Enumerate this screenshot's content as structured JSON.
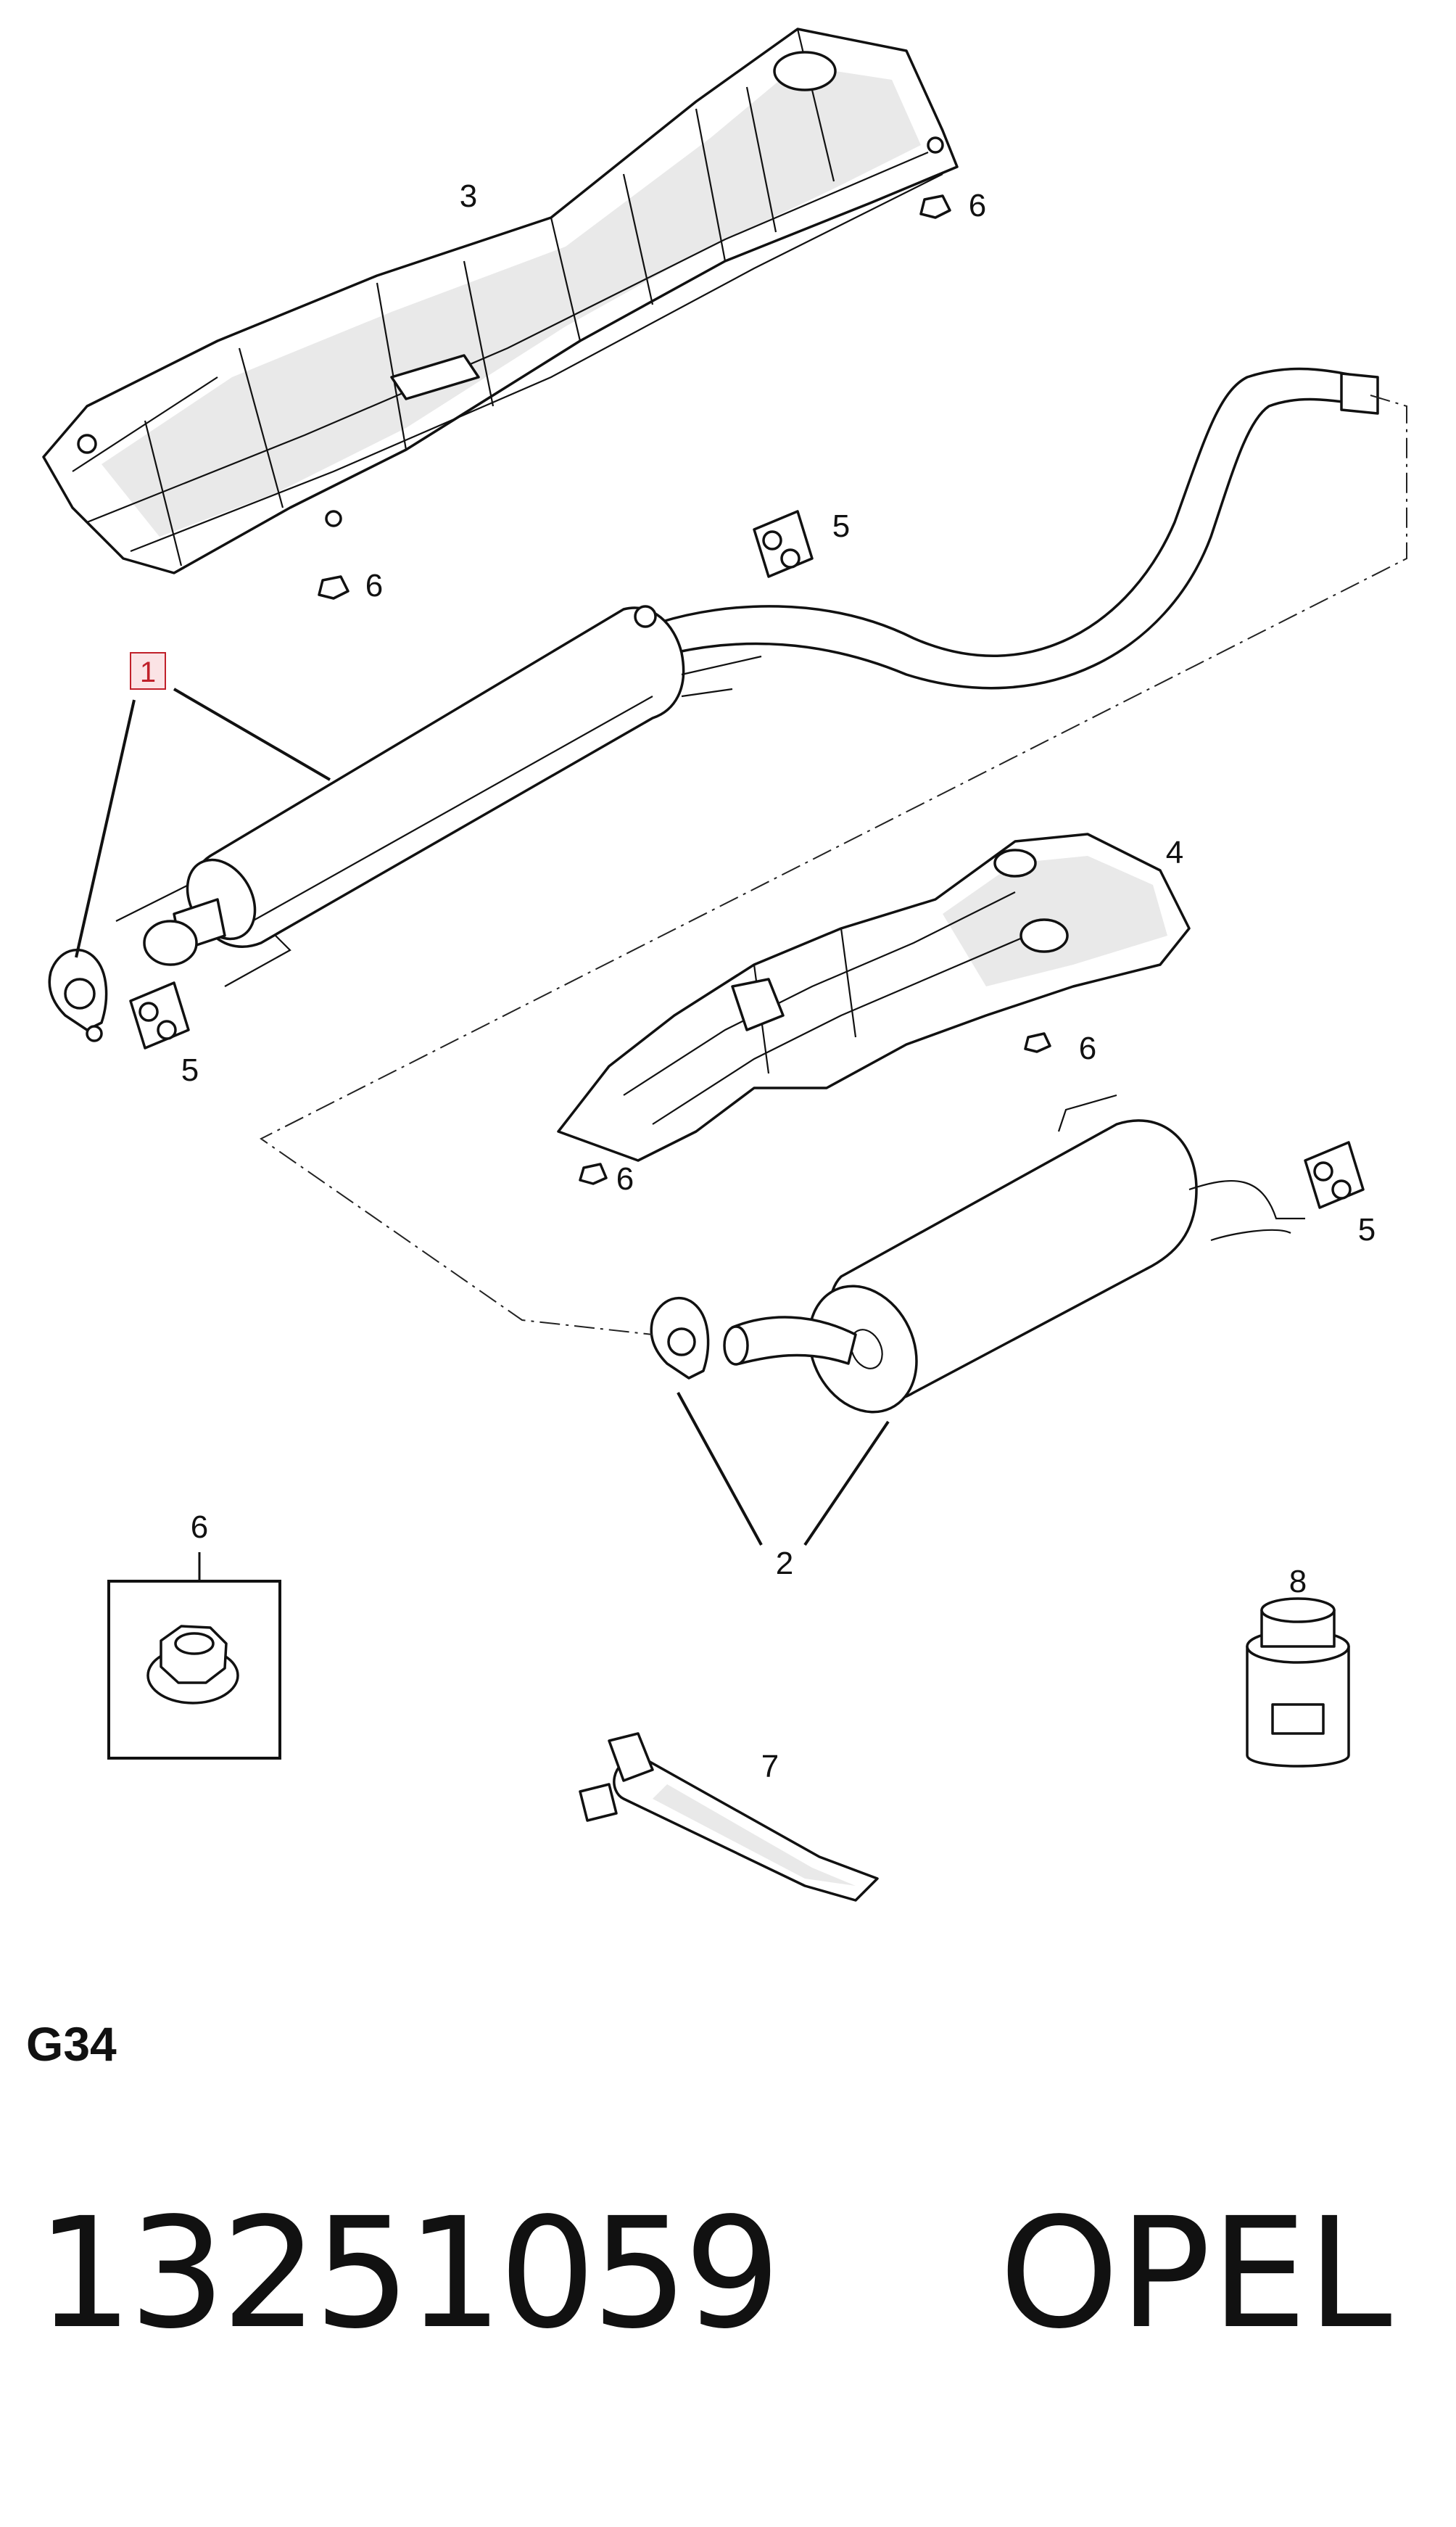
{
  "callouts": {
    "c1": "1",
    "c2": "2",
    "c3": "3",
    "c4": "4",
    "c5a": "5",
    "c5b": "5",
    "c5c": "5",
    "c6a": "6",
    "c6b": "6",
    "c6c": "6",
    "c6d": "6",
    "c6e": "6",
    "c7": "7",
    "c8": "8"
  },
  "diagram_code": "G34",
  "part_number": "13251059",
  "brand": "OPEL",
  "colors": {
    "line": "#111111",
    "highlight": "#c0202a",
    "highlight_fill": "#fbe3e5"
  }
}
